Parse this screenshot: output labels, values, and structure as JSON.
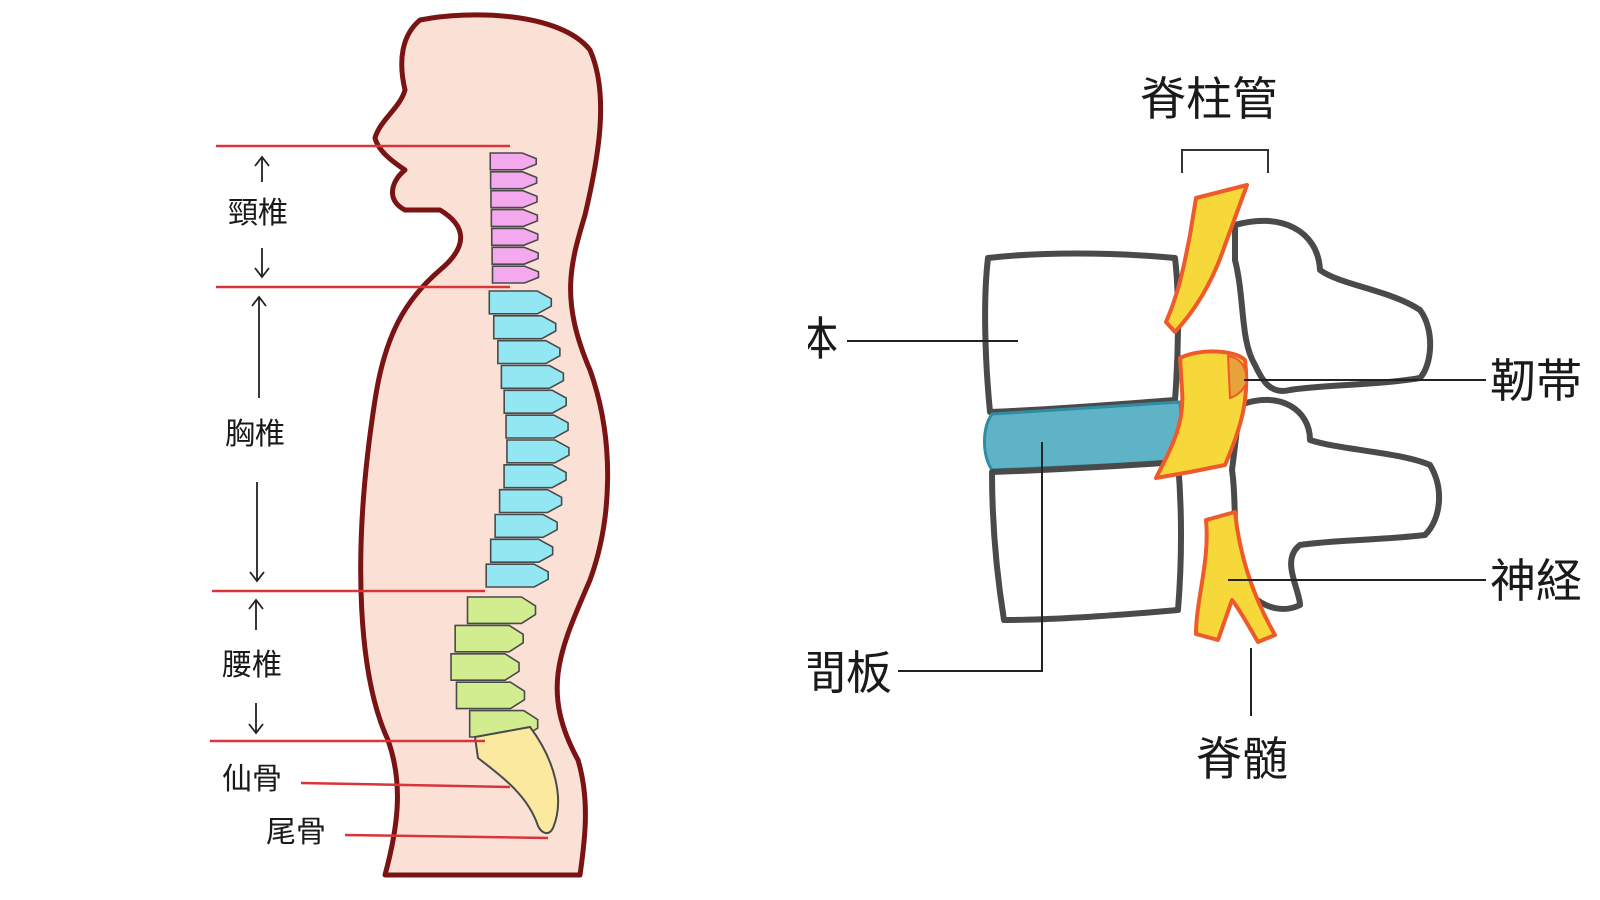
{
  "colors": {
    "skin": "#fbe0d6",
    "outline": "#7a1414",
    "guide_line": "#d9343a",
    "cervical": "#f4a9ef",
    "thoracic": "#92e7f3",
    "lumbar": "#d2ed8f",
    "sacrum": "#fbe9a0",
    "bone_outline": "#4a4a4a",
    "disc": "#5fb3c6",
    "nerve_fill": "#f6d83a",
    "nerve_outline": "#ef5a2a",
    "ligament": "#e8a23a"
  },
  "left_figure": {
    "labels": {
      "cervical": "頸椎",
      "thoracic": "胸椎",
      "lumbar": "腰椎",
      "sacrum": "仙骨",
      "coccyx": "尾骨"
    }
  },
  "right_figure": {
    "labels": {
      "spinal_canal": "脊柱管",
      "vertebral_body_cut": "体",
      "disc_cut": "間板",
      "ligament_cut": "靭帯",
      "nerve_cut": "神経",
      "spinal_cord": "脊髄"
    }
  }
}
